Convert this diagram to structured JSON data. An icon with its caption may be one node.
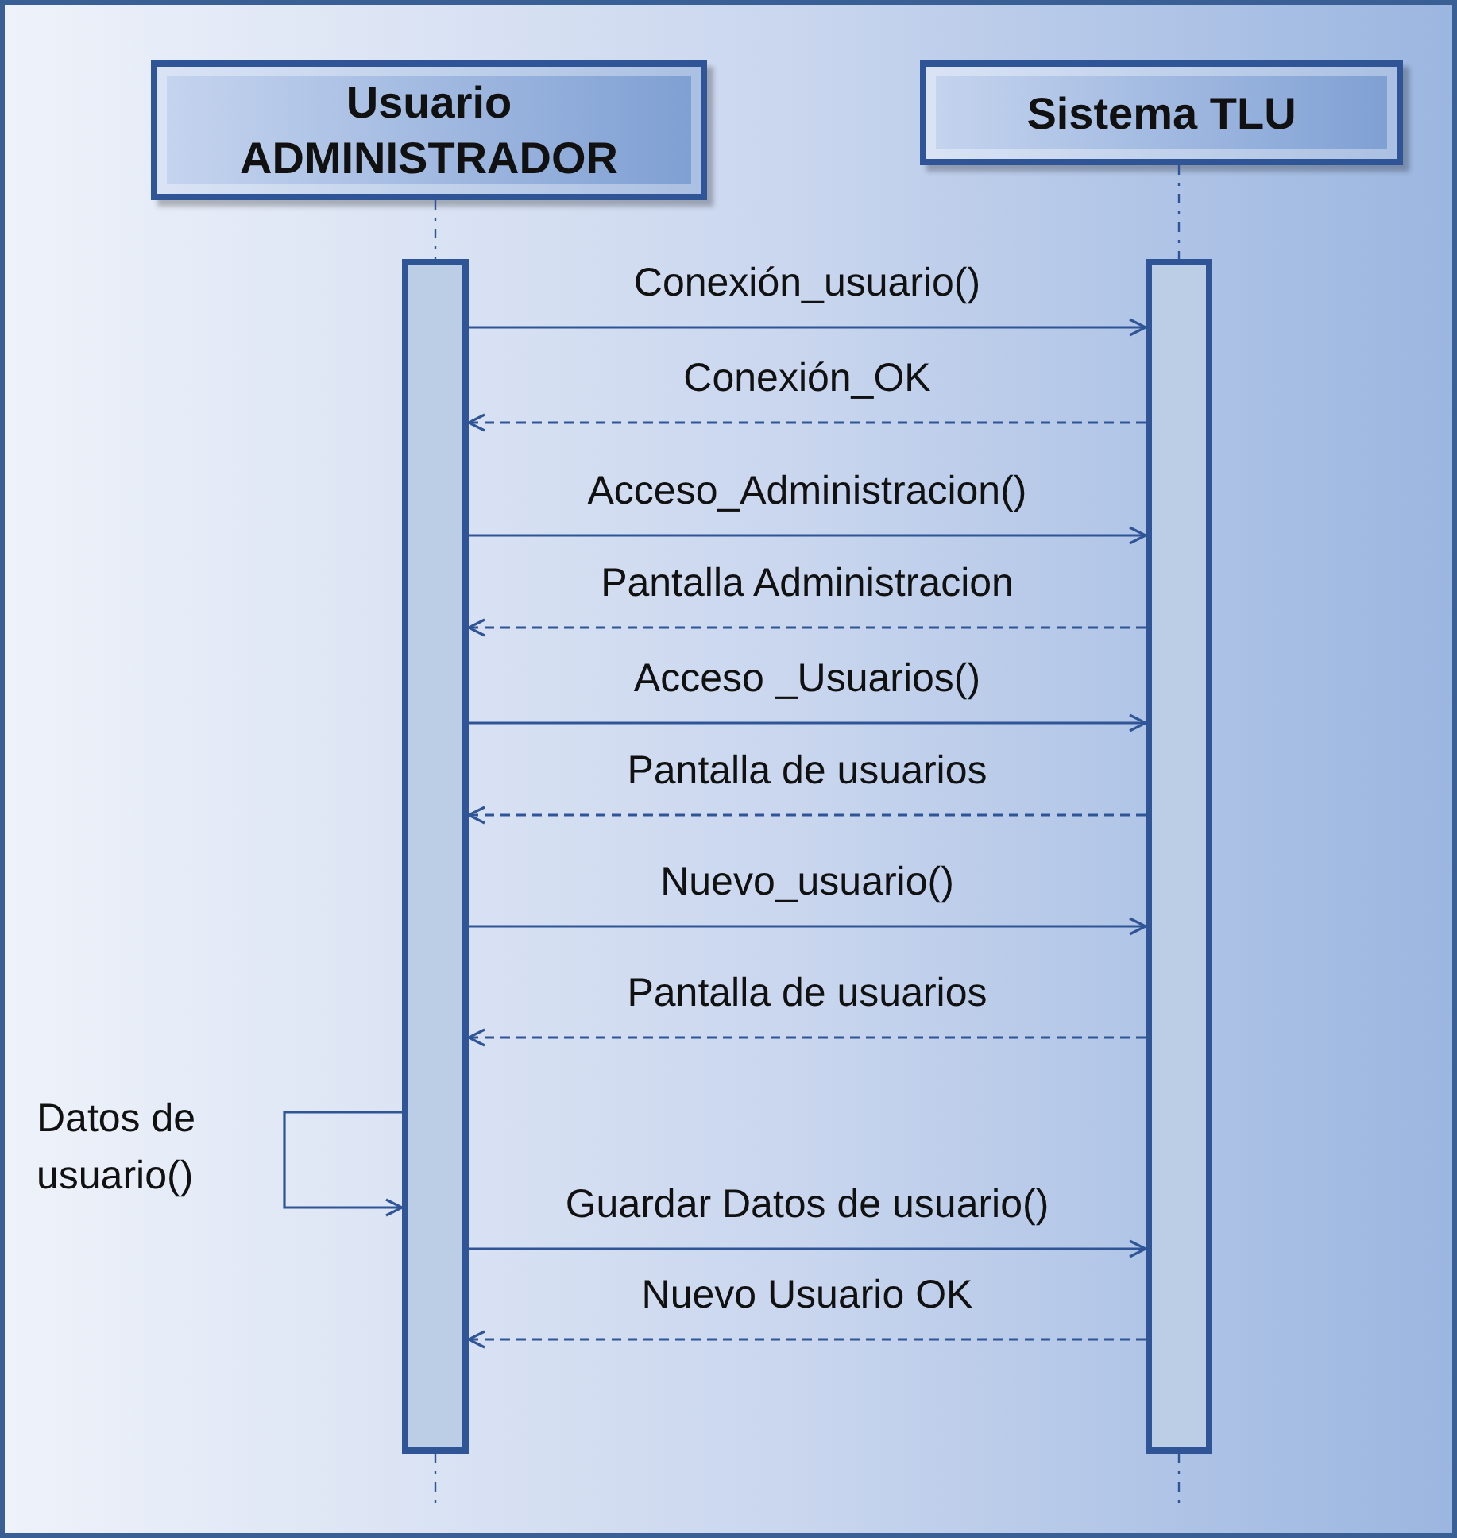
{
  "diagram": {
    "nodes": [
      {
        "text": [
          "Usuario ADMINISTRADOR"
        ]
      },
      {
        "text": [
          "Sistema TLU"
        ]
      },
      {
        "text": [],
        "shape": "bar"
      },
      {
        "text": [],
        "shape": "bar"
      }
    ],
    "edges": [
      {
        "from": 0,
        "to": 2,
        "arrow": "none",
        "style": "dashed"
      },
      {
        "from": 1,
        "to": 3,
        "arrow": "none",
        "style": "dashed"
      },
      {
        "from": 2,
        "to": 3,
        "arrow": "to",
        "label": "Conexión_usuario()"
      },
      {
        "from": 3,
        "to": 2,
        "arrow": "to",
        "style": "dashed",
        "label": "Conexión_OK"
      },
      {
        "from": 2,
        "to": 3,
        "arrow": "to",
        "label": "Acceso_Administracion()"
      },
      {
        "from": 3,
        "to": 2,
        "arrow": "to",
        "style": "dashed",
        "label": "Pantalla Administracion"
      },
      {
        "from": 2,
        "to": 3,
        "arrow": "to",
        "label": "Acceso _Usuarios()"
      },
      {
        "from": 3,
        "to": 2,
        "arrow": "to",
        "style": "dashed",
        "label": "Pantalla de usuarios"
      },
      {
        "from": 2,
        "to": 3,
        "arrow": "to",
        "label": "Nuevo_usuario()"
      },
      {
        "from": 3,
        "to": 2,
        "arrow": "to",
        "style": "dashed",
        "label": "Pantalla de usuarios"
      },
      {
        "from": 2,
        "to": 2,
        "arrow": "to",
        "label": "Datos de usuario()"
      },
      {
        "from": 2,
        "to": 3,
        "arrow": "to",
        "label": "Guardar Datos de usuario()"
      },
      {
        "from": 3,
        "to": 2,
        "arrow": "to",
        "style": "dashed",
        "label": "Nuevo Usuario OK"
      },
      {
        "from": 2,
        "to": null,
        "arrow": "none",
        "style": "dashed"
      },
      {
        "from": 3,
        "to": null,
        "arrow": "none",
        "style": "dashed"
      }
    ]
  }
}
